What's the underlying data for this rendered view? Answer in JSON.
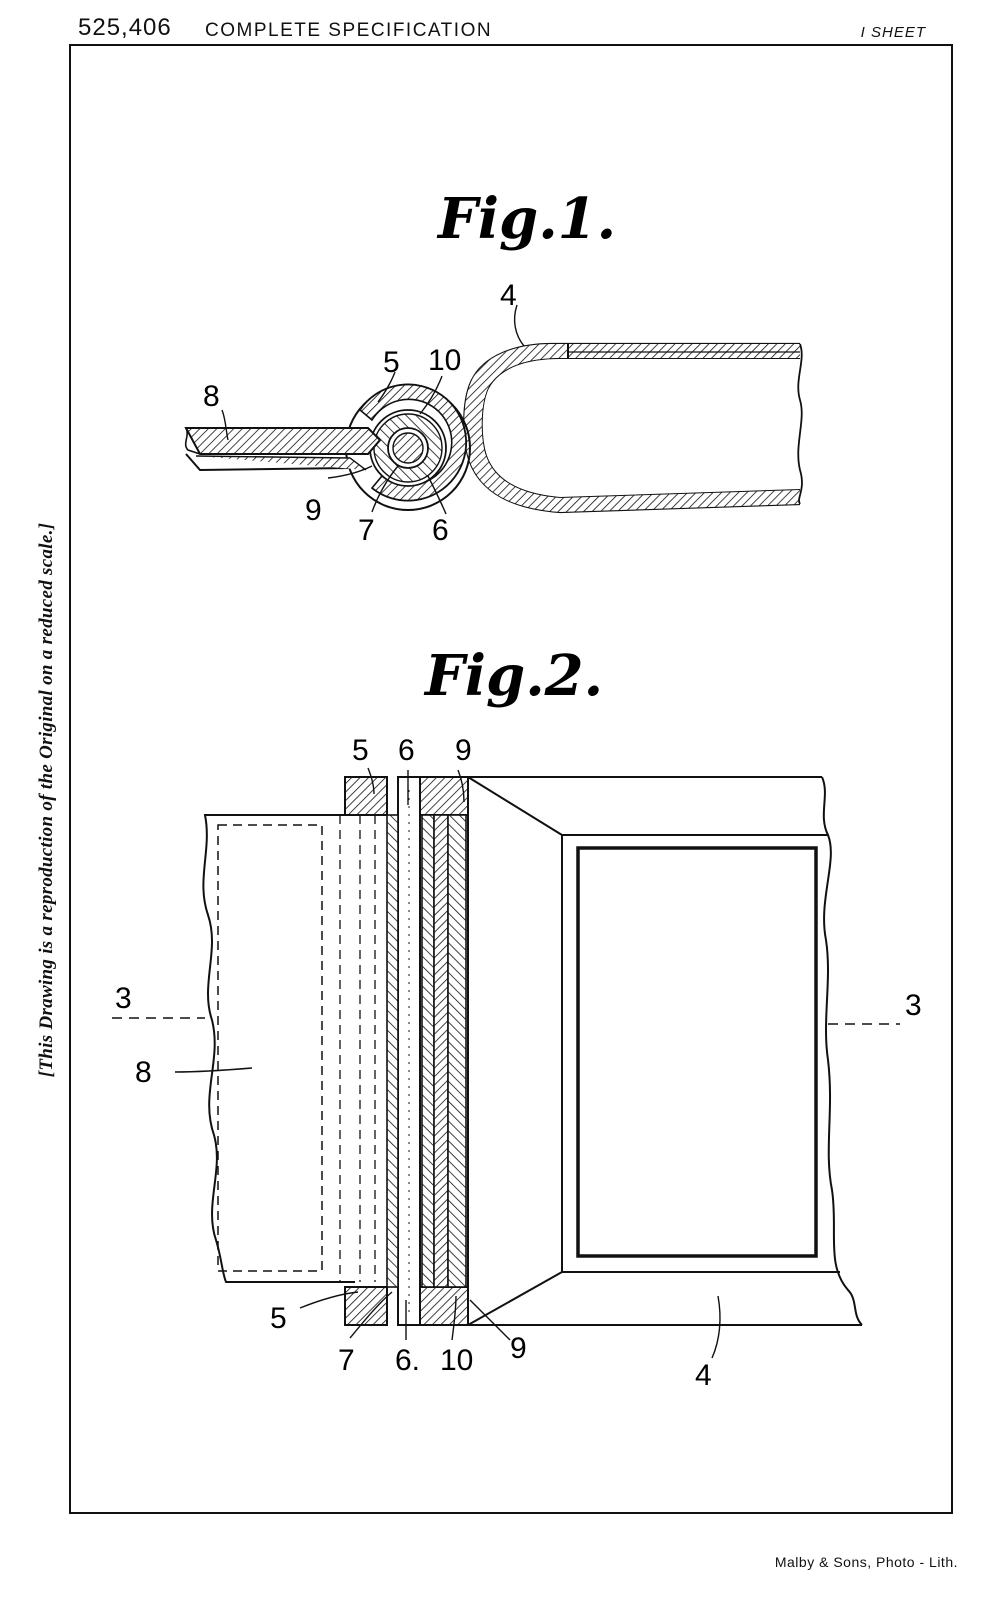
{
  "header": {
    "patent_number": "525,406",
    "specification_type": "COMPLETE SPECIFICATION",
    "sheet_count": "I SHEET"
  },
  "side_note": "[This Drawing is a reproduction of the Original on a reduced scale.]",
  "printer_credit": "Malby & Sons, Photo - Lith.",
  "figures": {
    "fig1": {
      "title": "Fig.1.",
      "labels": {
        "l4": "4",
        "l5": "5",
        "l10": "10",
        "l8": "8",
        "l9": "9",
        "l7": "7",
        "l6": "6"
      }
    },
    "fig2": {
      "title": "Fig.2.",
      "labels": {
        "top5": "5",
        "top6": "6",
        "top9": "9",
        "sec3_left": "3",
        "sec3_right": "3",
        "l8": "8",
        "bot5": "5",
        "bot7": "7",
        "bot6": "6.",
        "bot10": "10",
        "bot9": "9",
        "bot4": "4"
      }
    }
  }
}
